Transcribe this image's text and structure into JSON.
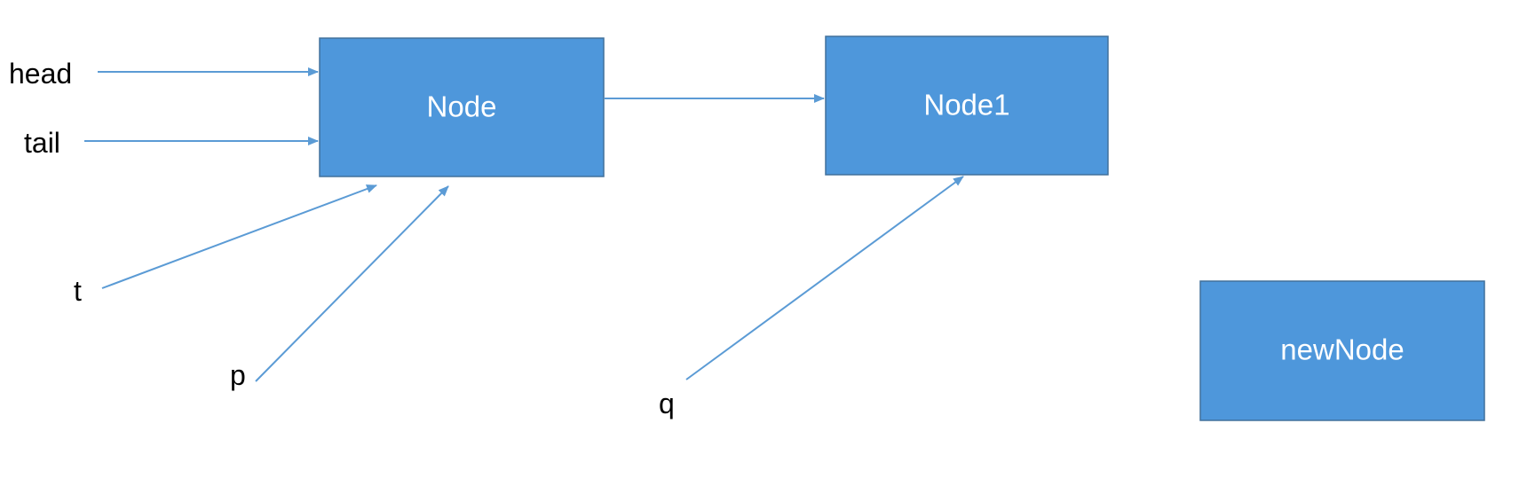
{
  "colors": {
    "node_fill": "#4e97db",
    "node_border": "#41719c",
    "arrow": "#5b9bd5",
    "label_text": "#000000",
    "node_text": "#ffffff"
  },
  "nodes": {
    "node": "Node",
    "node1": "Node1",
    "new_node": "newNode"
  },
  "pointers": {
    "head": "head",
    "tail": "tail",
    "t": "t",
    "p": "p",
    "q": "q"
  }
}
